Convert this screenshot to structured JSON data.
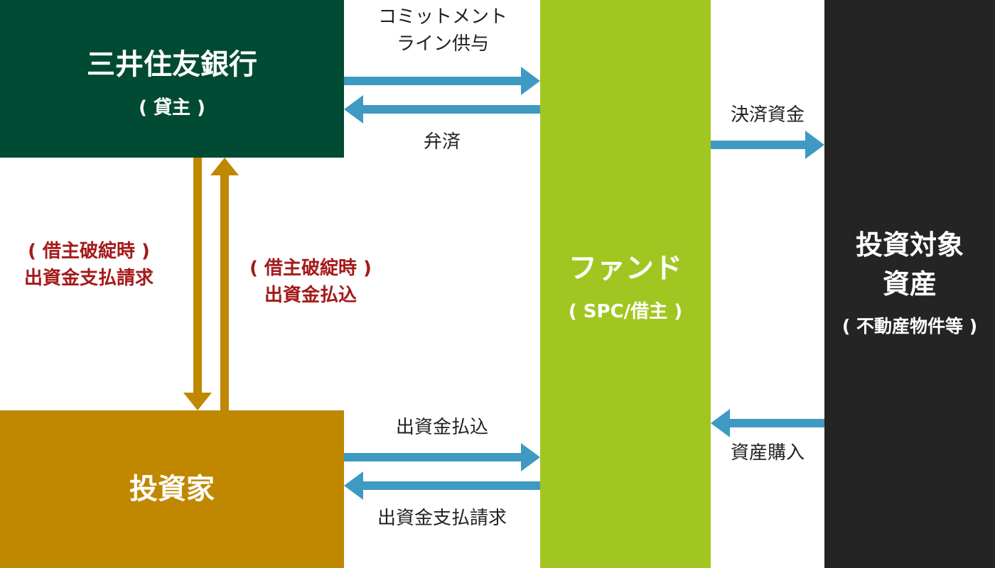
{
  "colors": {
    "bank": "#014a33",
    "investor": "#c08700",
    "fund": "#a2c621",
    "asset": "#242424",
    "blue_arrow": "#3e9ac2",
    "gold_arrow": "#c08700",
    "red_text": "#a41a1a"
  },
  "nodes": {
    "bank": {
      "title": "三井住友銀行",
      "subtitle": "( 貸主 )"
    },
    "investor": {
      "title": "投資家"
    },
    "fund": {
      "title": "ファンド",
      "subtitle": "( SPC/借主 )"
    },
    "asset": {
      "title_line1": "投資対象",
      "title_line2": "資産",
      "subtitle": "( 不動産物件等 )"
    }
  },
  "edges": {
    "commitment": {
      "line1": "コミットメント",
      "line2": "ライン供与"
    },
    "repayment": "弁済",
    "settlement_funds": "決済資金",
    "asset_purchase": "資産購入",
    "capital_payin": "出資金払込",
    "capital_request": "出資金支払請求",
    "default_request": {
      "line1": "( 借主破綻時 )",
      "line2": "出資金支払請求"
    },
    "default_payin": {
      "line1": "( 借主破綻時 )",
      "line2": "出資金払込"
    }
  }
}
